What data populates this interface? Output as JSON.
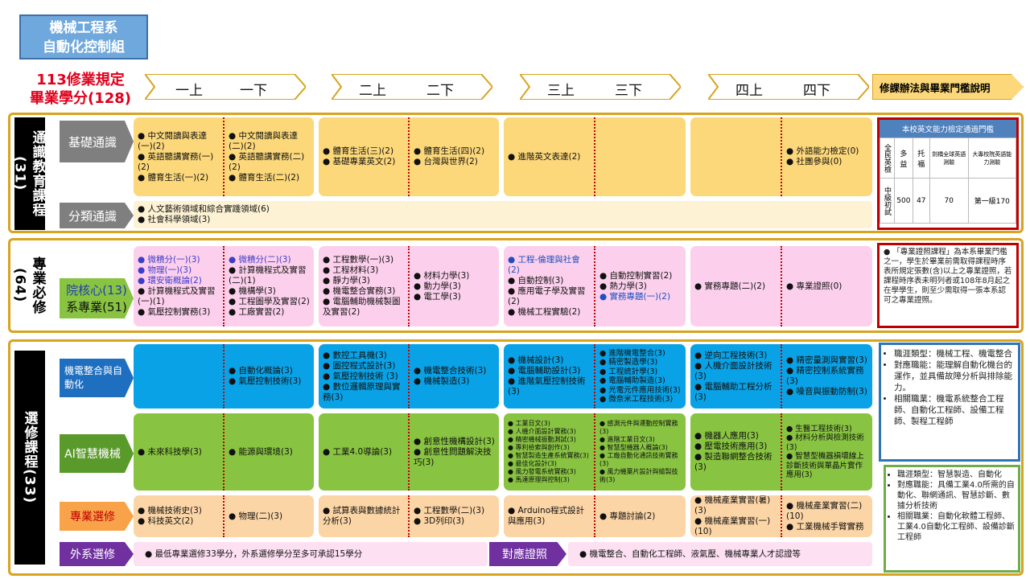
{
  "title": {
    "line1": "機械工程系",
    "line2": "自動化控制組"
  },
  "credits": {
    "line1": "113修業規定",
    "line2": "畢業學分(128)"
  },
  "years": [
    {
      "a": "一上",
      "b": "一下"
    },
    {
      "a": "二上",
      "b": "二下"
    },
    {
      "a": "三上",
      "b": "三下"
    },
    {
      "a": "四上",
      "b": "四下"
    }
  ],
  "rules_header": "修課辦法與畢業門檻說明",
  "general": {
    "side": "通識教育課程(31)",
    "basic_label": "基礎通識",
    "category_label": "分類通識",
    "y1a": [
      "中文閱讀與表達(一)(2)",
      "英語聽講實務(一)(2)",
      "體育生活(一)(2)"
    ],
    "y1b": [
      "中文閱讀與表達(二)(2)",
      "英語聽講實務(二)(2)",
      "體育生活(二)(2)"
    ],
    "y2a": [
      "體育生活(三)(2)",
      "基礎專業英文(2)"
    ],
    "y2b": [
      "體育生活(四)(2)",
      "台灣與世界(2)"
    ],
    "y3a": [
      "進階英文表達(2)"
    ],
    "y4b": [
      "外語能力檢定(0)",
      "社團參與(0)"
    ],
    "category": [
      "人文藝術領域和綜合實踐領域(6)",
      "社會科學領域(3)"
    ]
  },
  "english": {
    "title": "本校英文能力檢定通過門檻",
    "headers": [
      "全民英檢",
      "多益",
      "托福",
      "劍橋全球英語測驗",
      "大專校院英語能力測驗"
    ],
    "values": [
      "中級初試",
      "500",
      "47",
      "70",
      "第一級170"
    ]
  },
  "major": {
    "side": "專業必修(64)",
    "label1": "院核心(13)",
    "label2": "系專業(51)",
    "y1a": [
      "微積分(一)(3)",
      "物理(一)(3)",
      "環安衛概論(2)",
      "計算機程式及實習(一)(1)",
      "氣壓控制實務(3)"
    ],
    "y1b": [
      "微積分(二)(3)",
      "計算機程式及實習(二)(1)",
      "機構學(3)",
      "工程圖學及實習(2)",
      "工廠實習(2)"
    ],
    "y2a": [
      "工程數學(一)(3)",
      "工程材料(3)",
      "靜力學(3)",
      "機電整合實務(3)",
      "電腦輔助機械製圖及實習(2)"
    ],
    "y2b": [
      "材料力學(3)",
      "動力學(3)",
      "電工學(3)"
    ],
    "y3a": [
      "工程-倫理與社會(2)",
      "自動控制(3)",
      "應用電子學及實習(2)",
      "機械工程實驗(2)"
    ],
    "y3b": [
      "自動控制實習(2)",
      "熱力學(3)",
      "實務專題(一)(2)"
    ],
    "y4a": [
      "實務專題(二)(2)"
    ],
    "y4b": [
      "專業證照(0)"
    ],
    "note": "「專業證照課程」為本系畢業門檻之一，學生於畢業前需取得課程時序表所規定張數(含)以上之專業證照，若課程時序表未明列者或108年8月起之在學學生，則至少需取得一張本系認可之專業證照。"
  },
  "elective": {
    "side": "選修課程(33)",
    "mech_label": "機電整合與自動化",
    "ai_label": "AI智慧機械",
    "pro_label": "專業選修",
    "ext_label": "外系選修",
    "cert_label": "對應證照",
    "mech": {
      "y1b": [
        "自動化概論(3)",
        "氣壓控制技術(3)"
      ],
      "y2a": [
        "數控工具機(3)",
        "圖控程式設計(3)",
        "氣壓控制技術 (3)",
        "數位邏輯原理與實務(3)"
      ],
      "y2b": [
        "機電整合技術(3)",
        "機械製造(3)"
      ],
      "y3a": [
        "機械設計(3)",
        "電腦輔助設計(3)",
        "進階氣壓控制技術(3)"
      ],
      "y3b": [
        "進階機電整合(3)",
        "精密製造學(3)",
        "工程統計學(3)",
        "電腦輔助製造(3)",
        "光電元件應用技術(3)",
        "微奈米工程技術(3)"
      ],
      "y4a": [
        "逆向工程技術(3)",
        "人機介面設計技術(3)",
        "電腦輔助工程分析(3)"
      ],
      "y4b": [
        "精密量測與實習(3)",
        "精密控制系統實務(3)",
        "噪音與振動防制(3)"
      ]
    },
    "ai": {
      "y1a": [
        "未來科技學(3)"
      ],
      "y1b": [
        "能源與環境(3)"
      ],
      "y2a": [
        "工業4.0導論(3)"
      ],
      "y2b": [
        "創意性機構設計(3)",
        "創意性問題解決技巧(3)"
      ],
      "y3a": [
        "工業日文(3)",
        "人機介面設計實務(3)",
        "精密機械振動測試(3)",
        "專利檢索與創作(3)",
        "智慧製造生產系統實務(3)",
        "最佳化設計(3)",
        "風力發電系統實務(3)",
        "馬達原理與控制(3)"
      ],
      "y3b": [
        "感測元件與運動控制實務(3)",
        "進階工業日文(3)",
        "智慧型機器人概論(3)",
        "工廠自動化通訊技術實務(3)",
        "風力機葉片設計與繪製技術(3)"
      ],
      "y4a": [
        "機器人應用(3)",
        "壓電技術應用(3)",
        "製造聯網整合技術(3)"
      ],
      "y4b": [
        "生醫工程技術(3)",
        "材料分析與檢測技術(3)",
        "智慧型機器損壞線上診斷技術與單晶片實作應用(3)"
      ]
    },
    "pro": {
      "y1a": [
        "機械技術史(3)",
        "科技英文(2)"
      ],
      "y1b": [
        "物理(二)(3)"
      ],
      "y2a": [
        "試算表與數據統計分析(3)"
      ],
      "y2b": [
        "工程數學(二)(3)",
        "3D列印(3)"
      ],
      "y3a": [
        "Arduino程式設計與應用(3)"
      ],
      "y3b": [
        "專題討論(2)"
      ],
      "y4a": [
        "機械產業實習(暑)(3)",
        "機械產業實習(一)(10)"
      ],
      "y4b": [
        "機械產業實習(二)(10)",
        "工業機械手臂實務"
      ]
    },
    "ext_text": "最低專業選修33學分，外系選修學分至多可承認15學分",
    "cert_text": "機電整合、自動化工程師、液氣壓、機械專業人才認證等",
    "note_blue": [
      "職涯類型：機械工程、機電整合",
      "對應職能：能理解自動化機台的運作，並具備故障分析與排除能力。",
      "相關職業：機電系統整合工程師、自動化工程師、設備工程師、製程工程師"
    ],
    "note_green": [
      "職涯類型：智慧製造、自動化",
      "對應職能：具備工業4.0所需的自動化、聯網通訊、智慧診斷、數據分析技術",
      "相關職業：自動化軟體工程師、工業4.0自動化工程師、設備診斷工程師"
    ]
  },
  "colors": {
    "gold": "#d8a31f",
    "red": "#c00000",
    "blue": "#0aa2e6",
    "green": "#88c341",
    "pink": "#fcd0ec",
    "yellow": "#fcd87a"
  }
}
